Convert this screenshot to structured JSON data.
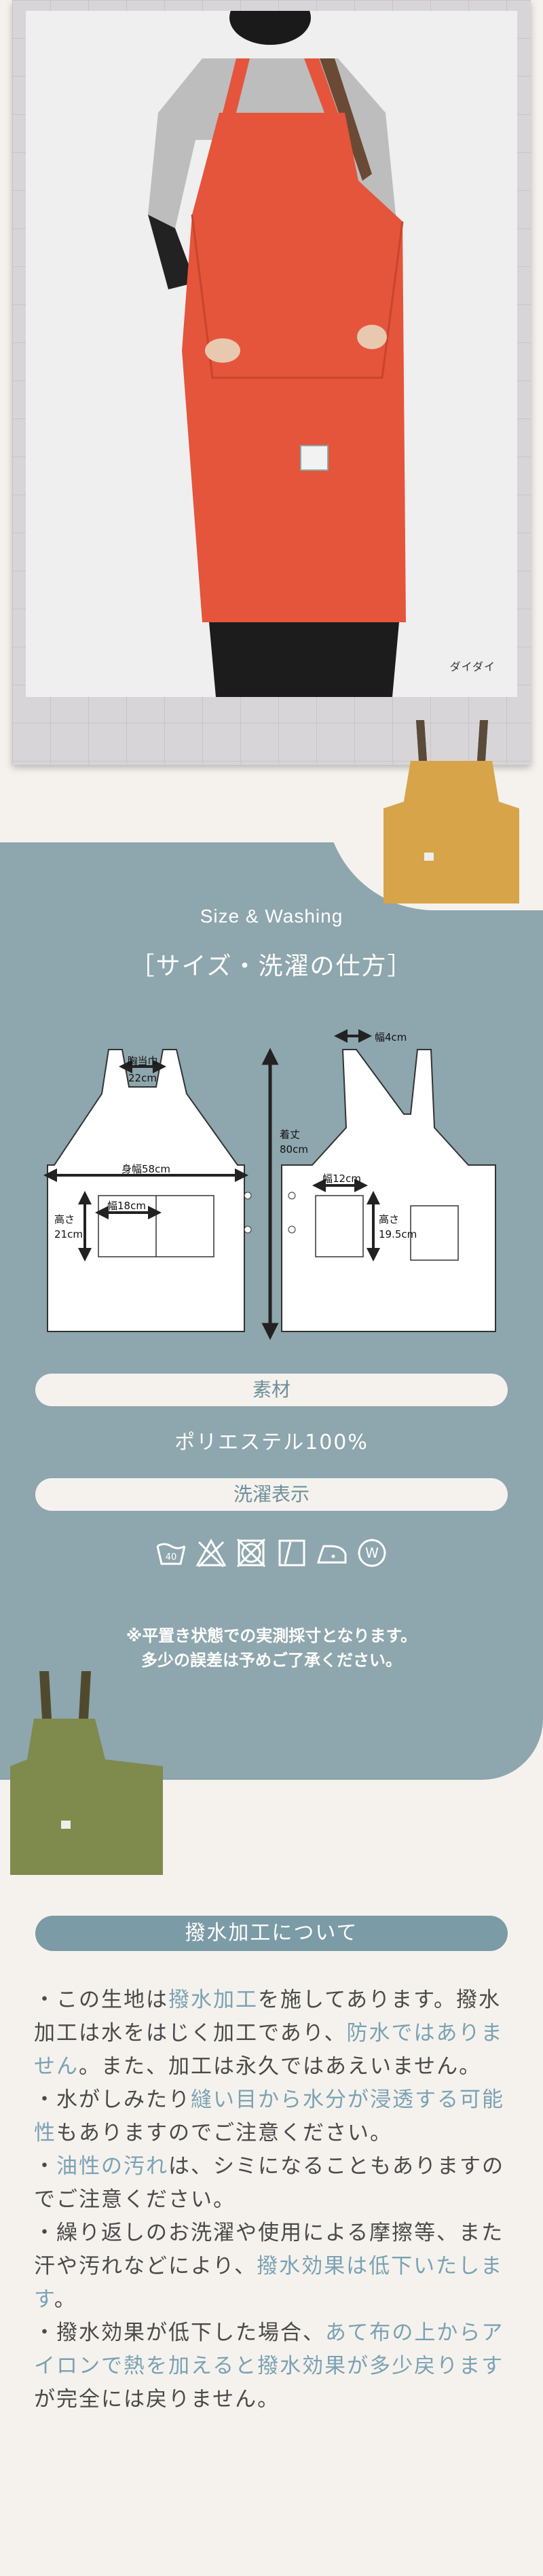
{
  "photo": {
    "caption": "ダイダイ",
    "colors": {
      "apron": "#e4553c",
      "shirt": "#bdbdbd",
      "background": "#efefef"
    }
  },
  "swatches": {
    "mustard": "#d7a44a",
    "olive": "#7f8a4d"
  },
  "size_section": {
    "subtitle": "Size & Washing",
    "title": "［サイズ・洗濯の仕方］",
    "diagram_labels": {
      "strap_width": "幅4cm",
      "chest_width": "胸当巾\n22cm",
      "length": "着丈\n80cm",
      "body_width": "身幅58cm",
      "pocket_width_front": "幅18cm",
      "pocket_height_front": "高さ\n21cm",
      "pocket_width_back": "幅12cm",
      "pocket_height_back": "高さ\n19.5cm"
    },
    "material_label": "素材",
    "material_value": "ポリエステル100%",
    "washing_label": "洗濯表示",
    "wash_icons": [
      "wash-40-icon",
      "no-bleach-icon",
      "no-tumble-dry-icon",
      "line-dry-icon",
      "iron-low-icon",
      "wet-clean-icon"
    ],
    "note_line1": "※平置き状態での実測採寸となります。",
    "note_line2": "多少の誤差は予めご了承ください。"
  },
  "water_section": {
    "heading": "撥水加工について",
    "p1_a": "・この生地は",
    "p1_hl1": "撥水加工",
    "p1_b": "を施してあります。撥水加工は水をはじく加工であり、",
    "p1_hl2": "防水ではありません",
    "p1_c": "。また、加工は永久ではあえいません。",
    "p2_a": "・水がしみたり",
    "p2_hl": "縫い目から水分が浸透する可能性",
    "p2_b": "もありますのでご注意ください。",
    "p3_a": "・",
    "p3_hl": "油性の汚れ",
    "p3_b": "は、シミになることもありますのでご注意ください。",
    "p4_a": "・繰り返しのお洗濯や使用による摩擦等、また汗や汚れなどにより、",
    "p4_hl": "撥水効果は低下いたします",
    "p4_b": "。",
    "p5_a": "・撥水効果が低下した場合、",
    "p5_hl": "あて布の上からアイロンで熱を加えると撥水効果が多少戻ります",
    "p5_b": "が完全には戻りません。"
  }
}
